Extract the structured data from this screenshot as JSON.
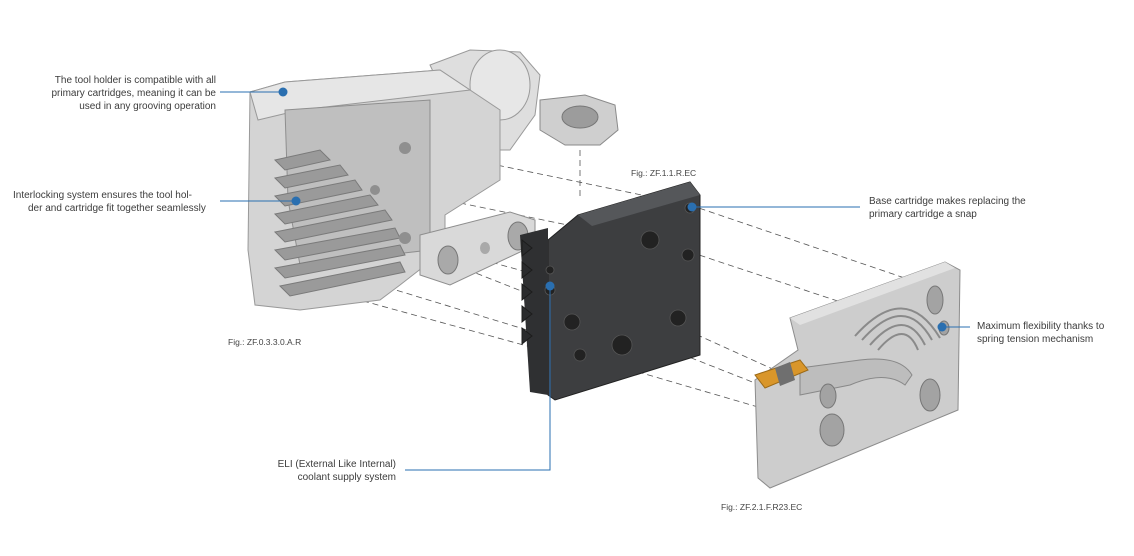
{
  "callouts": {
    "tool_holder": "The tool holder is compatible with all primary cartridges, meaning it can be used in any grooving operation",
    "interlocking": "Interlocking system ensures the tool holder and cartridge fit together seamlessly",
    "base_cartridge": "Base cartridge makes replacing the primary cartridge a snap",
    "flexibility": "Maximum flexibility thanks to spring tension mechanism",
    "eli": "ELI (External Like Internal) coolant supply system"
  },
  "callout_lines": {
    "tool_holder": [
      "The tool holder is compatible with all",
      "primary cartridges, meaning it can be",
      "used in any grooving operation"
    ],
    "interlocking": [
      "Interlocking system ensures the tool hol-",
      "der and cartridge fit together seamlessly"
    ],
    "base_cartridge": [
      "Base cartridge makes replacing the",
      "primary cartridge a snap"
    ],
    "flexibility": [
      "Maximum flexibility thanks to",
      "spring tension mechanism"
    ],
    "eli": [
      "ELI (External Like Internal)",
      "coolant supply system"
    ]
  },
  "figures": {
    "holder": "Fig.: ZF.0.3.3.0.A.R",
    "base": "Fig.: ZF.1.1.R.EC",
    "insert": "Fig.: ZF.2.1.F.R23.EC"
  },
  "colors": {
    "accent": "#2a6fb0",
    "holder_gray": "#cfcfcf",
    "cartridge_dark": "#3a3b3d",
    "insert_gray": "#c9c9c9",
    "insert_tip": "#d9962a"
  }
}
